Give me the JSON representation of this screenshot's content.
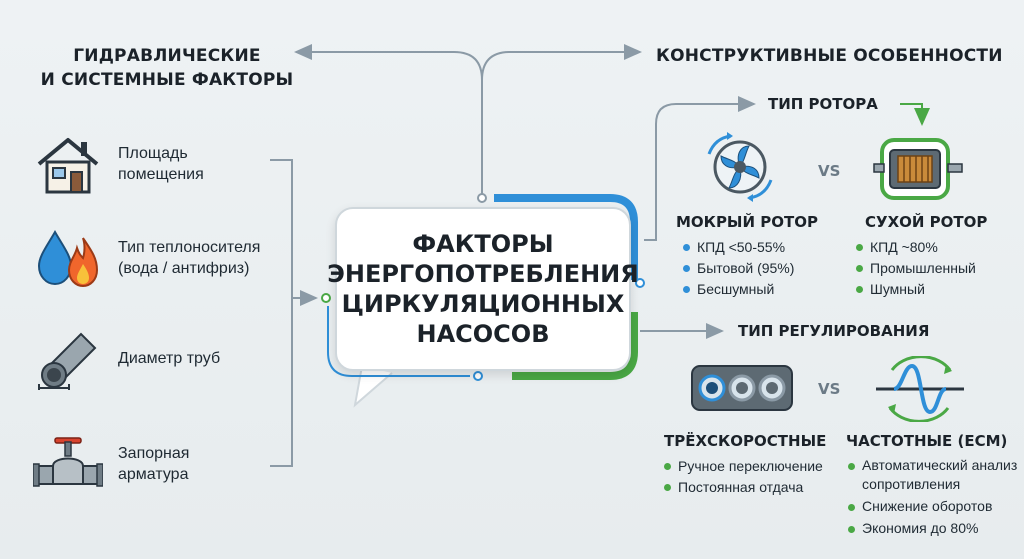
{
  "left_heading": {
    "line1": "ГИДРАВЛИЧЕСКИЕ",
    "line2": "И СИСТЕМНЫЕ ФАКТОРЫ"
  },
  "right_heading": "КОНСТРУКТИВНЫЕ ОСОБЕННОСТИ",
  "center_title": {
    "line1": "ФАКТОРЫ",
    "line2": "ЭНЕРГОПОТРЕБЛЕНИЯ",
    "line3": "ЦИРКУЛЯЦИОННЫХ",
    "line4": "НАСОСОВ"
  },
  "factors": [
    {
      "icon": "house-icon",
      "line1": "Площадь",
      "line2": "помещения"
    },
    {
      "icon": "water-fire-icon",
      "line1": "Тип теплоносителя",
      "line2": "(вода / антифриз)"
    },
    {
      "icon": "pipe-icon",
      "line1": "Диаметр труб",
      "line2": ""
    },
    {
      "icon": "valve-icon",
      "line1": "Запорная",
      "line2": "арматура"
    }
  ],
  "rotor": {
    "heading": "ТИП РОТОРА",
    "vs": "VS",
    "wet": {
      "title": "МОКРЫЙ РОТОР",
      "icon": "impeller-icon",
      "items": [
        "КПД <50-55%",
        "Бытовой (95%)",
        "Бесшумный"
      ]
    },
    "dry": {
      "title": "СУХОЙ РОТОР",
      "icon": "motor-icon",
      "items": [
        "КПД ~80%",
        "Промышленный",
        "Шумный"
      ]
    }
  },
  "regulation": {
    "heading": "ТИП РЕГУЛИРОВАНИЯ",
    "vs": "VS",
    "three": {
      "title": "ТРЁХСКОРОСТНЫЕ",
      "icon": "speed-switch-icon",
      "items": [
        "Ручное переключение",
        "Постоянная отдача"
      ]
    },
    "freq": {
      "title": "ЧАСТОТНЫЕ (ECM)",
      "icon": "waveform-icon",
      "items": [
        "Автоматический анализ сопротивления",
        "Снижение оборотов",
        "Экономия до 80%"
      ]
    }
  },
  "colors": {
    "blue": "#2f8fd8",
    "green": "#4aa845",
    "line": "#8b9aa6",
    "dark": "#1b2229"
  }
}
